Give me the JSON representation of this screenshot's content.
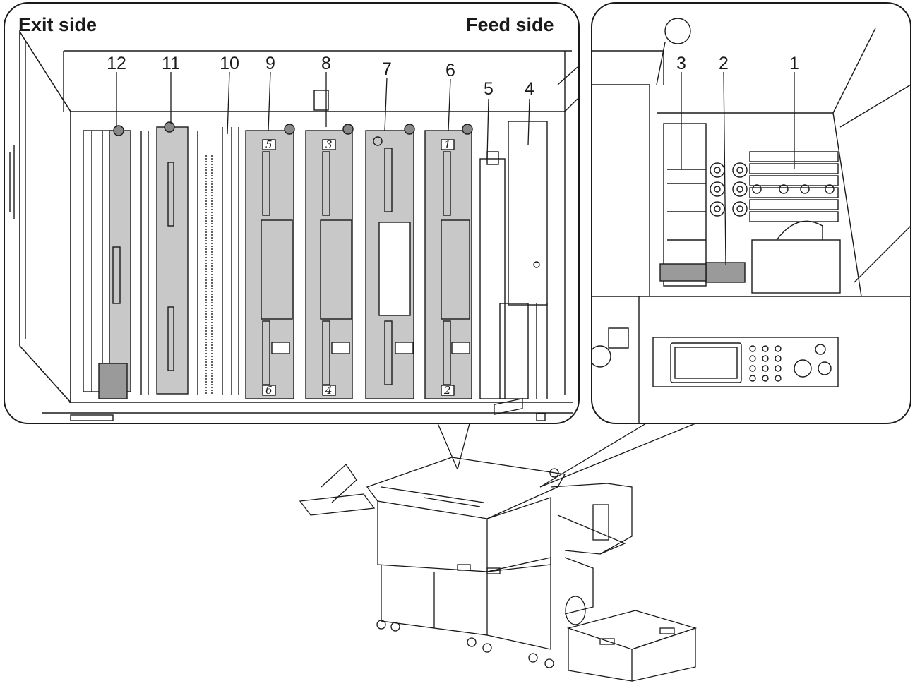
{
  "left_panel": {
    "title_left": "Exit side",
    "title_right": "Feed side",
    "callouts": [
      "12",
      "11",
      "10",
      "9",
      "8",
      "7",
      "6",
      "5",
      "4"
    ],
    "module_numbers_top": [
      "5",
      "3",
      "1"
    ],
    "module_numbers_bottom": [
      "6",
      "4",
      "2"
    ]
  },
  "right_panel": {
    "callouts": [
      "3",
      "2",
      "1"
    ]
  },
  "colors": {
    "line": "#1a1a1a",
    "module_fill": "#c8c8c8",
    "background": "#ffffff"
  }
}
